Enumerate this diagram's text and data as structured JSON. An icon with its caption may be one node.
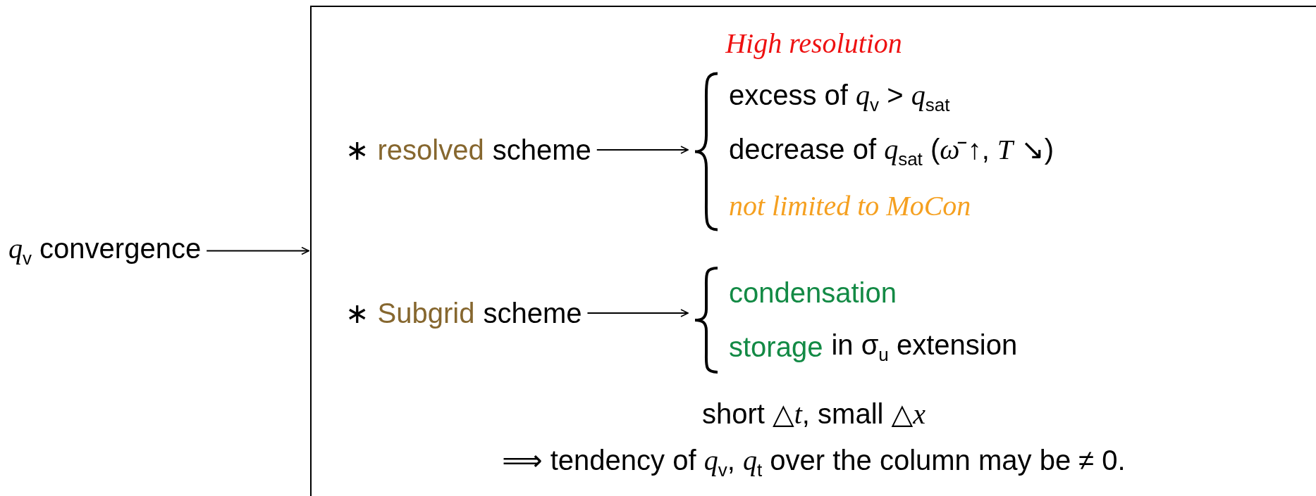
{
  "diagram": {
    "nodes": [
      {
        "text": [
          "*q*$_{v}$ convergence"
        ]
      },
      {
        "text": [
          "High resolution",
          "short △*t*, small △*x*",
          "⟹ tendency of *q*$_{v}$, *q*$_{t}$ over the column may be ≠ 0."
        ]
      },
      {
        "text": [
          "∗",
          "resolved",
          "scheme"
        ],
        "in": 1
      },
      {
        "text": [
          "excess of *q*$_{v}$ > *q*$_{sat}$",
          "decrease of *q*$_{sat}$ (*ω̄* ↑, *T* ↘)",
          "not limited to MoCon"
        ],
        "in": 1
      },
      {
        "text": [
          "∗",
          "Subgrid",
          "scheme"
        ],
        "in": 1
      },
      {
        "text": [
          "condensation",
          "storage",
          "in σ$_{u}$ extension"
        ],
        "in": 1
      }
    ],
    "edges": [
      {
        "from": 0,
        "to": 1,
        "arrow": "to"
      },
      {
        "from": 2,
        "to": 3,
        "arrow": "to"
      },
      {
        "from": 4,
        "to": 5,
        "arrow": "to"
      }
    ]
  }
}
